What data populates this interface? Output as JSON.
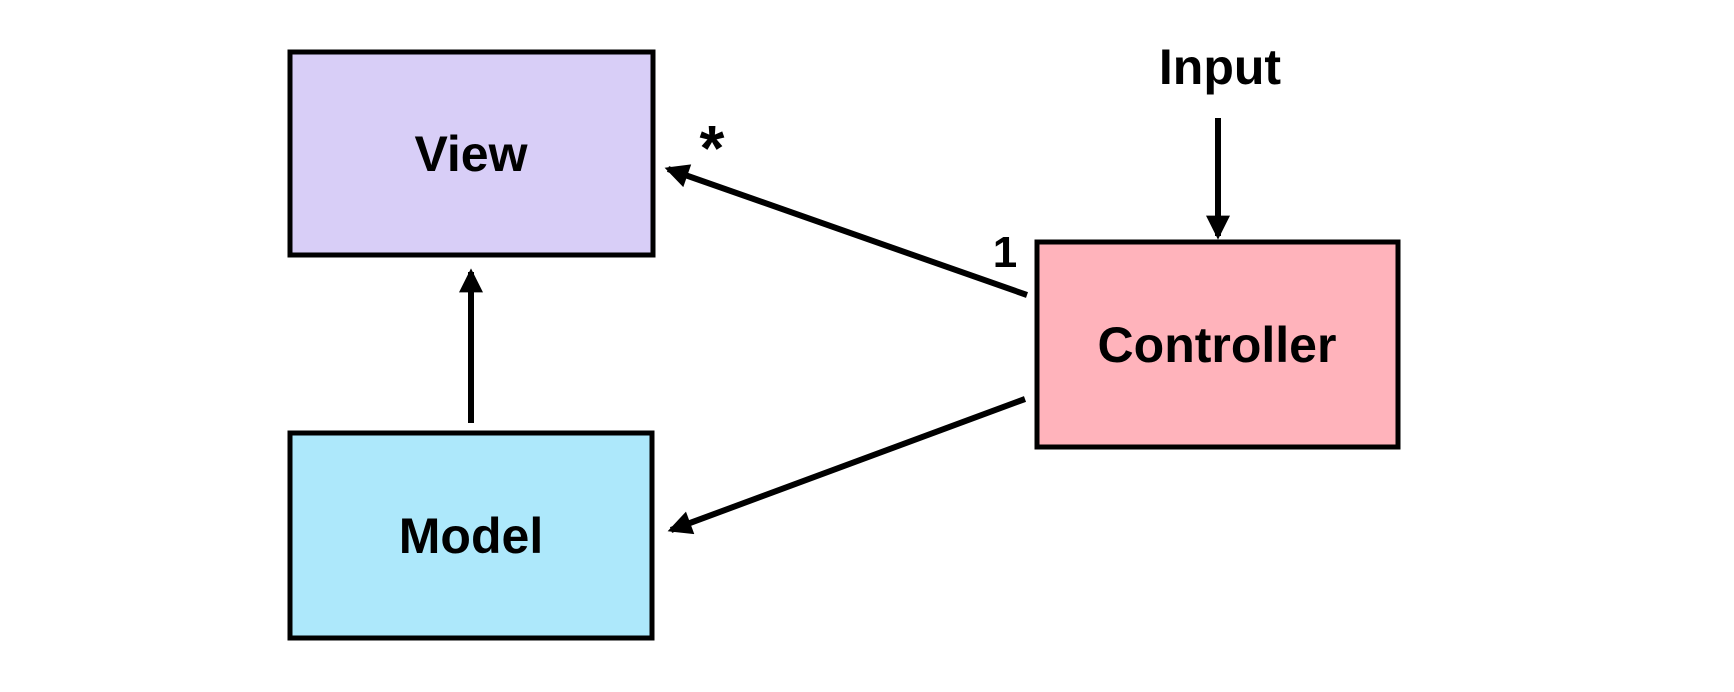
{
  "diagram": {
    "type": "mvc-architecture",
    "background": "#ffffff",
    "line_color": "#000000",
    "nodes": {
      "view": {
        "label": "View",
        "fill": "#d8cef7"
      },
      "model": {
        "label": "Model",
        "fill": "#ade8fb"
      },
      "controller": {
        "label": "Controller",
        "fill": "#ffb3bb"
      }
    },
    "labels": {
      "input": "Input",
      "many": "*",
      "one": "1"
    },
    "edges": [
      {
        "from": "input-label",
        "to": "controller",
        "arrow": "down"
      },
      {
        "from": "controller",
        "to": "view",
        "arrow": "up-left",
        "source_multiplicity": "1",
        "target_multiplicity": "*"
      },
      {
        "from": "model",
        "to": "view",
        "arrow": "up"
      },
      {
        "from": "controller",
        "to": "model",
        "arrow": "down-left"
      }
    ]
  }
}
